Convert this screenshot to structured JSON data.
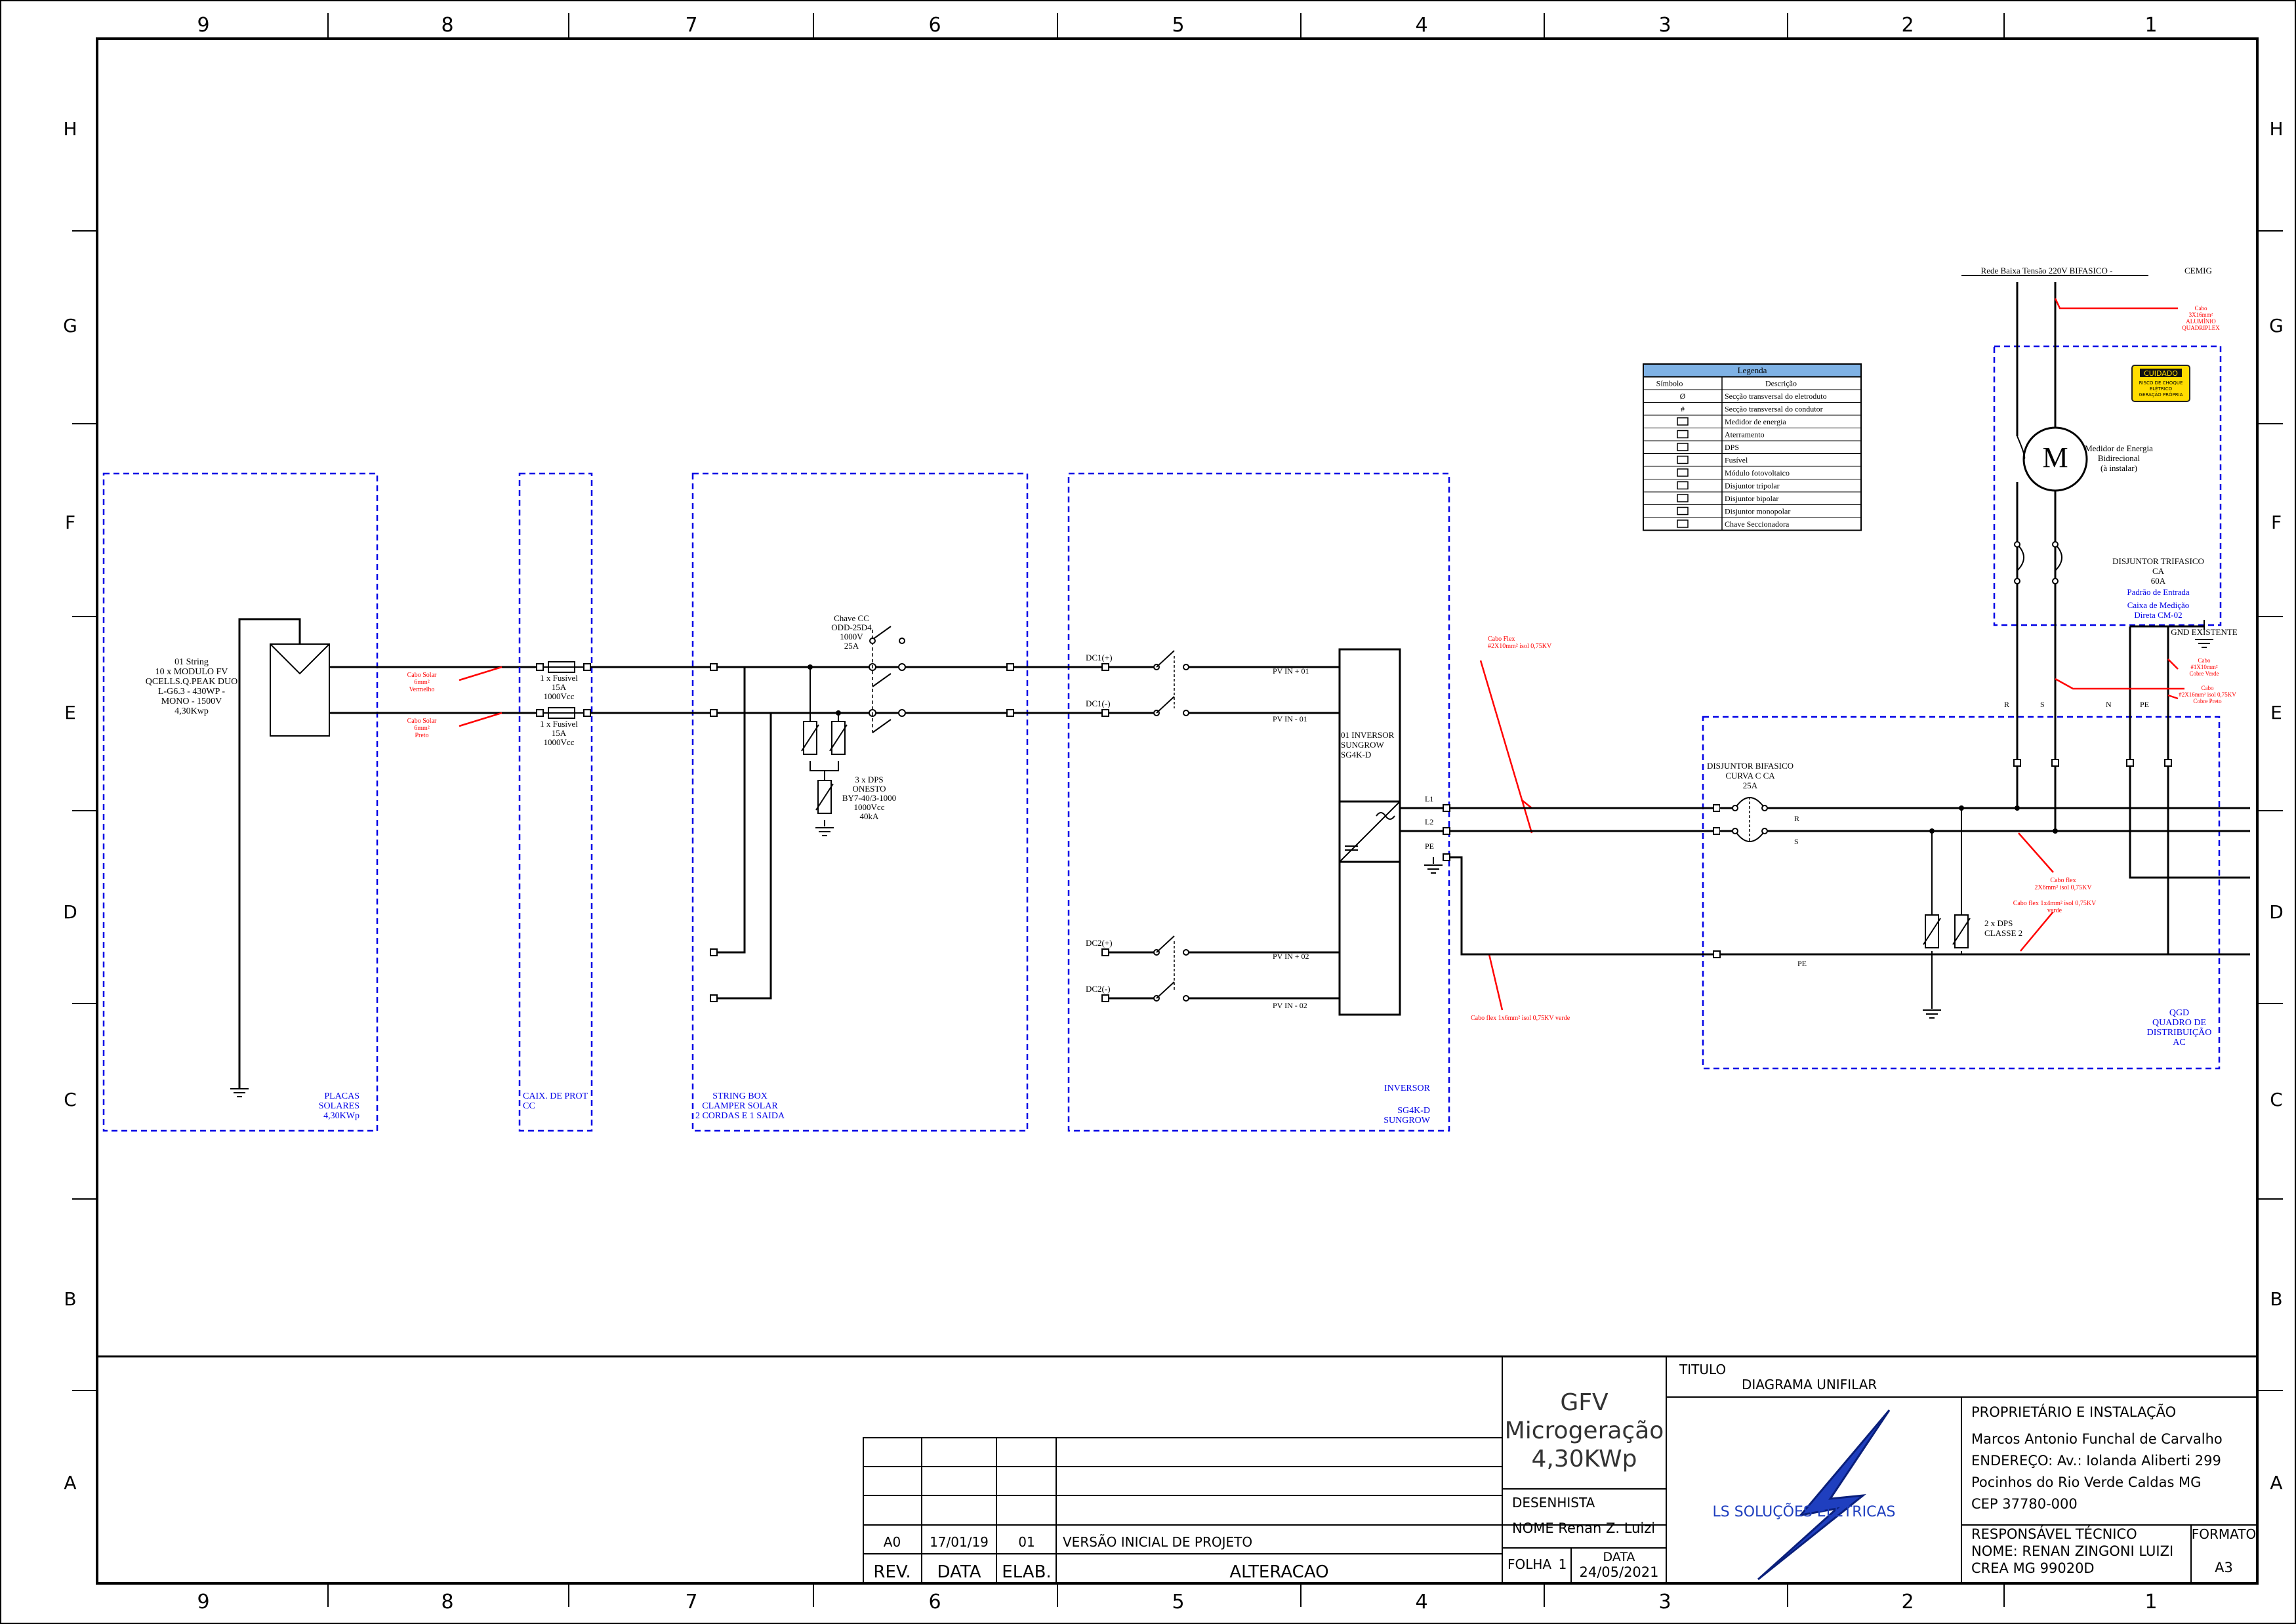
{
  "frame": {
    "columns": [
      "9",
      "8",
      "7",
      "6",
      "5",
      "4",
      "3",
      "2",
      "1"
    ],
    "rows": [
      "H",
      "G",
      "F",
      "E",
      "D",
      "C",
      "B",
      "A"
    ]
  },
  "grid": {
    "placas": {
      "text": [
        "01 String",
        "10 x MODULO FV",
        "QCELLS.Q.PEAK DUO",
        "L-G6.3 - 430WP -",
        "MONO - 1500V",
        "4,30Kwp"
      ],
      "caption": [
        "PLACAS",
        "SOLARES",
        "4,30KWp"
      ]
    },
    "caixa": {
      "fuse1": [
        "1 x Fusível",
        "15A",
        "1000Vcc"
      ],
      "fuse2": [
        "1 x Fusível",
        "15A",
        "1000Vcc"
      ],
      "caption": [
        "CAIX. DE PROT",
        "CC"
      ]
    },
    "cables": {
      "red1": [
        "Cabo Solar",
        "6mm²",
        "Vermelho"
      ],
      "red2": [
        "Cabo Solar",
        "6mm²",
        "Preto"
      ],
      "flex1": [
        "Cabo Flex",
        "#2X10mm² isol 0,75KV"
      ],
      "flex2": [
        "Cabo flex 1x6mm² isol 0,75KV verde"
      ],
      "top": [
        "Cabo",
        "3X16mm²",
        "ALUMÍNIO",
        "QUADRIPLEX"
      ],
      "gnd": [
        "Cabo",
        "#1X10mm²",
        "Cobre Verde"
      ],
      "ne": [
        "Cabo",
        "#2X16mm² isol 0,75KV",
        "Cobre Preto"
      ],
      "flexR": [
        "Cabo flex",
        "2X6mm² isol 0,75KV"
      ],
      "flexG": [
        "Cabo flex 1x4mm² isol 0,75KV",
        "verde"
      ]
    },
    "stringbox": {
      "chave": [
        "Chave CC",
        "ODD-25D4",
        "1000V",
        "25A"
      ],
      "dps": [
        "3 x DPS",
        "ONESTO",
        "BY7-40/3-1000",
        "1000Vcc",
        "40kA"
      ],
      "caption": [
        "STRING BOX",
        "CLAMPER SOLAR",
        "2 CORDAS E 1 SAIDA"
      ]
    },
    "inverter": {
      "dc": [
        "DC1(+)",
        "DC1(-)",
        "DC2(+)",
        "DC2(-)"
      ],
      "pv": [
        "PV IN + 01",
        "PV IN - 01",
        "PV IN + 02",
        "PV IN - 02"
      ],
      "label": [
        "01 INVERSOR",
        "SUNGROW",
        "SG4K-D"
      ],
      "terminals": [
        "L1",
        "L2",
        "PE"
      ],
      "caption": [
        "INVERSOR",
        "SG4K-D",
        "SUNGROW"
      ]
    },
    "qgd": {
      "breaker": [
        "DISJUNTOR BIFASICO",
        "CURVA C CA",
        "25A"
      ],
      "phases": [
        "R",
        "S",
        "PE"
      ],
      "dps": [
        "2 x DPS",
        "CLASSE 2"
      ],
      "caption": [
        "QGD",
        "QUADRO DE",
        "DISTRIBUIÇÃO",
        "AC"
      ]
    },
    "padrao": {
      "rede": "Rede Baixa Tensão 220V BIFASICO -",
      "cemig": "CEMIG",
      "meter": "M",
      "meter_label": [
        "Medidor de Energia",
        "Bidirecional",
        "(à instalar)"
      ],
      "breaker": [
        "DISJUNTOR TRIFASICO",
        "CA",
        "60A"
      ],
      "blue": [
        "Padrão de Entrada",
        "Caixa de Medição",
        "Direta CM-02"
      ],
      "gnd": "GND EXISTENTE",
      "phases": [
        "R",
        "S",
        "N",
        "PE"
      ],
      "warning": {
        "title": "CUIDADO",
        "lines": [
          "RISCO DE CHOQUE",
          "ELÉTRICO",
          "GERAÇÃO PRÓPRIA"
        ],
        "color": "#ffdd00"
      }
    }
  },
  "legend": {
    "title": "Legenda",
    "headers": [
      "Símbolo",
      "Descrição"
    ],
    "header_color": "#7fb2e5",
    "rows": [
      {
        "symbol": "Ø",
        "desc": "Secção transversal do eletroduto"
      },
      {
        "symbol": "#",
        "desc": "Secção transversal do condutor"
      },
      {
        "symbol": "",
        "desc": "Medidor de energia"
      },
      {
        "symbol": "",
        "desc": "Aterramento"
      },
      {
        "symbol": "",
        "desc": "DPS"
      },
      {
        "symbol": "",
        "desc": "Fusível"
      },
      {
        "symbol": "",
        "desc": "Módulo fotovoltaico"
      },
      {
        "symbol": "",
        "desc": "Disjuntor tripolar"
      },
      {
        "symbol": "",
        "desc": "Disjuntor bipolar"
      },
      {
        "symbol": "",
        "desc": "Disjuntor monopolar"
      },
      {
        "symbol": "",
        "desc": "Chave Seccionadora"
      }
    ]
  },
  "title_block": {
    "rev_row": {
      "rev": "A0",
      "data": "17/01/19",
      "elab": "01",
      "alteracao": "VERSÃO INICIAL DE PROJETO"
    },
    "rev_headers": [
      "REV.",
      "DATA",
      "ELAB.",
      "ALTERACAO"
    ],
    "project": [
      "GFV",
      "Microgeração",
      "4,30KWp"
    ],
    "desenhista_label": "DESENHISTA",
    "desenhista_nome": "NOME Renan Z. Luizi",
    "folha_label": "FOLHA",
    "folha": "1",
    "data_label": "DATA",
    "data": "24/05/2021",
    "titulo_label": "TITULO",
    "titulo": "DIAGRAMA UNIFILAR",
    "logo_text": "LS SOLUÇÕES ELÉTRICAS",
    "logo_color": "#1f3fbf",
    "owner_title": "PROPRIETÁRIO E INSTALAÇÃO",
    "owner_lines": [
      "Marcos Antonio Funchal de Carvalho",
      "ENDEREÇO: Av.: Iolanda Aliberti 299",
      "Pocinhos do Rio Verde Caldas MG",
      "CEP 37780-000"
    ],
    "resp_title": "RESPONSÁVEL TÉCNICO",
    "resp_lines": [
      "NOME: RENAN ZINGONI LUIZI",
      "CREA   MG 99020D"
    ],
    "formato_label": "FORMATO",
    "formato": "A3"
  }
}
